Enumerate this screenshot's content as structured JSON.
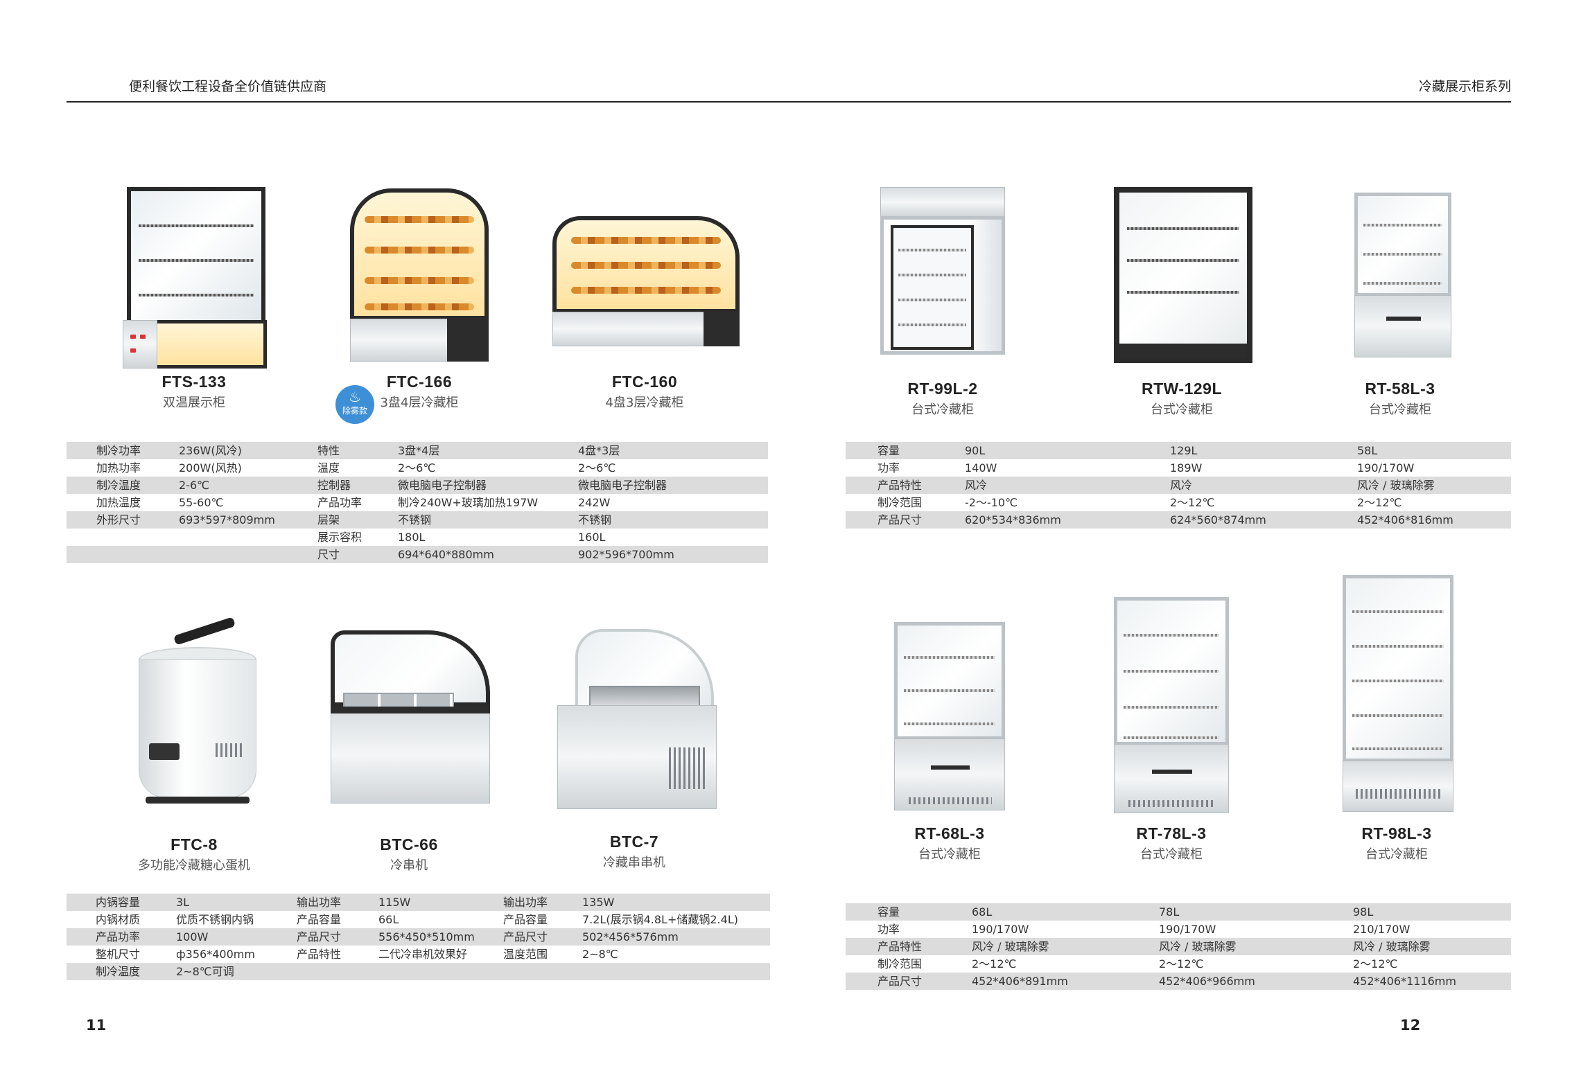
{
  "header": {
    "left_title": "便利餐饮工程设备全价值链供应商",
    "right_title": "冷藏展示柜系列"
  },
  "page_numbers": {
    "left": "11",
    "right": "12"
  },
  "badge": {
    "icon": "anti-fog-icon",
    "text": "除雾款"
  },
  "products_top_left": [
    {
      "model": "FTS-133",
      "name": "双温展示柜"
    },
    {
      "model": "FTC-166",
      "name": "3盘4层冷藏柜"
    },
    {
      "model": "FTC-160",
      "name": "4盘3层冷藏柜"
    }
  ],
  "table_top_left": {
    "rows": [
      [
        "制冷功率",
        "236W(风冷)",
        "特性",
        "3盘*4层",
        "4盘*3层"
      ],
      [
        "加热功率",
        "200W(风热)",
        "温度",
        "2～6℃",
        "2～6℃"
      ],
      [
        "制冷温度",
        "2-6℃",
        "控制器",
        "微电脑电子控制器",
        "微电脑电子控制器"
      ],
      [
        "加热温度",
        "55-60℃",
        "产品功率",
        "制冷240W+玻璃加热197W",
        "242W"
      ],
      [
        "外形尺寸",
        "693*597*809mm",
        "层架",
        "不锈钢",
        "不锈钢"
      ],
      [
        "",
        "",
        "展示容积",
        "180L",
        "160L"
      ],
      [
        "",
        "",
        "尺寸",
        "694*640*880mm",
        "902*596*700mm"
      ]
    ]
  },
  "products_top_right": [
    {
      "model": "RT-99L-2",
      "name": "台式冷藏柜"
    },
    {
      "model": "RTW-129L",
      "name": "台式冷藏柜"
    },
    {
      "model": "RT-58L-3",
      "name": "台式冷藏柜"
    }
  ],
  "table_top_right": {
    "rows": [
      [
        "容量",
        "90L",
        "129L",
        "58L"
      ],
      [
        "功率",
        "140W",
        "189W",
        "190/170W"
      ],
      [
        "产品特性",
        "风冷",
        "风冷",
        "风冷 / 玻璃除雾"
      ],
      [
        "制冷范围",
        "-2～-10℃",
        "2～12℃",
        "2～12℃"
      ],
      [
        "产品尺寸",
        "620*534*836mm",
        "624*560*874mm",
        "452*406*816mm"
      ]
    ]
  },
  "products_bottom_left": [
    {
      "model": "FTC-8",
      "name": "多功能冷藏糖心蛋机"
    },
    {
      "model": "BTC-66",
      "name": "冷串机"
    },
    {
      "model": "BTC-7",
      "name": "冷藏串串机"
    }
  ],
  "table_bottom_left": {
    "rows": [
      [
        "内锅容量",
        "3L",
        "输出功率",
        "115W",
        "输出功率",
        "135W"
      ],
      [
        "内锅材质",
        "优质不锈钢内锅",
        "产品容量",
        "66L",
        "产品容量",
        "7.2L(展示锅4.8L+储藏锅2.4L)"
      ],
      [
        "产品功率",
        "100W",
        "产品尺寸",
        "556*450*510mm",
        "产品尺寸",
        "502*456*576mm"
      ],
      [
        "整机尺寸",
        "ф356*400mm",
        "产品特性",
        "二代冷串机效果好",
        "温度范围",
        "2~8℃"
      ],
      [
        "制冷温度",
        "2~8℃可调",
        "",
        "",
        "",
        ""
      ]
    ]
  },
  "products_bottom_right": [
    {
      "model": "RT-68L-3",
      "name": "台式冷藏柜"
    },
    {
      "model": "RT-78L-3",
      "name": "台式冷藏柜"
    },
    {
      "model": "RT-98L-3",
      "name": "台式冷藏柜"
    }
  ],
  "table_bottom_right": {
    "rows": [
      [
        "容量",
        "68L",
        "78L",
        "98L"
      ],
      [
        "功率",
        "190/170W",
        "190/170W",
        "210/170W"
      ],
      [
        "产品特性",
        "风冷 / 玻璃除雾",
        "风冷 / 玻璃除雾",
        "风冷 / 玻璃除雾"
      ],
      [
        "制冷范围",
        "2～12℃",
        "2～12℃",
        "2～12℃"
      ],
      [
        "产品尺寸",
        "452*406*891mm",
        "452*406*966mm",
        "452*406*1116mm"
      ]
    ]
  },
  "colors": {
    "table_stripe": "#dcdcdc",
    "badge_blue": "#3d8fd6",
    "rule": "#222222"
  }
}
